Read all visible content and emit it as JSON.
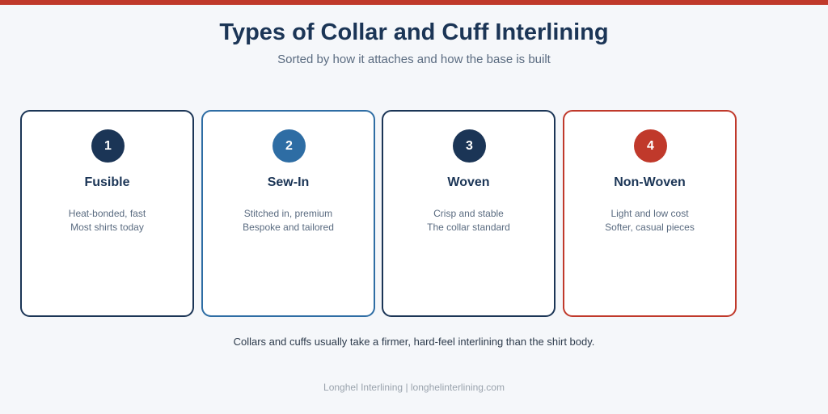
{
  "header": {
    "title": "Types of Collar and Cuff Interlining",
    "subtitle": "Sorted by how it attaches and how the base is built"
  },
  "colors": {
    "accent_red": "#c0392b",
    "navy": "#1b3556",
    "blue": "#2e6da4"
  },
  "cards": [
    {
      "number": "1",
      "title": "Fusible",
      "line1": "Heat-bonded, fast",
      "line2": "Most shirts today",
      "color": "#1b3556"
    },
    {
      "number": "2",
      "title": "Sew-In",
      "line1": "Stitched in, premium",
      "line2": "Bespoke and tailored",
      "color": "#2e6da4"
    },
    {
      "number": "3",
      "title": "Woven",
      "line1": "Crisp and stable",
      "line2": "The collar standard",
      "color": "#1b3556"
    },
    {
      "number": "4",
      "title": "Non-Woven",
      "line1": "Light and low cost",
      "line2": "Softer, casual pieces",
      "color": "#c0392b"
    }
  ],
  "footnote": "Collars and cuffs usually take a firmer, hard-feel interlining than the shirt body.",
  "credit": "Longhel Interlining | longhelinterlining.com"
}
